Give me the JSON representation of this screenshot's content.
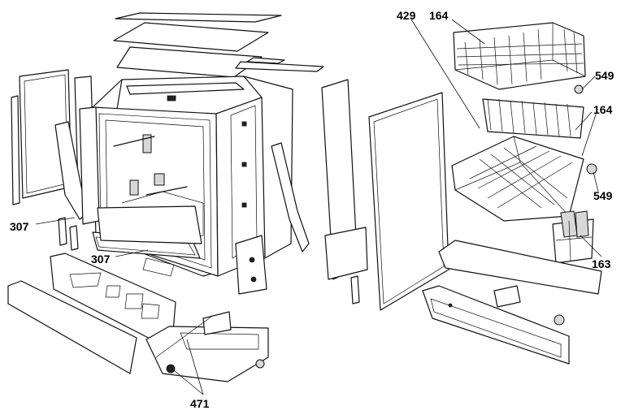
{
  "diagram": {
    "callouts": [
      {
        "id": "c429",
        "text": "429"
      },
      {
        "id": "c164a",
        "text": "164"
      },
      {
        "id": "c549a",
        "text": "549"
      },
      {
        "id": "c164b",
        "text": "164"
      },
      {
        "id": "c549b",
        "text": "549"
      },
      {
        "id": "c163",
        "text": "163"
      },
      {
        "id": "c307a",
        "text": "307"
      },
      {
        "id": "c307b",
        "text": "307"
      },
      {
        "id": "c471",
        "text": "471"
      }
    ]
  }
}
